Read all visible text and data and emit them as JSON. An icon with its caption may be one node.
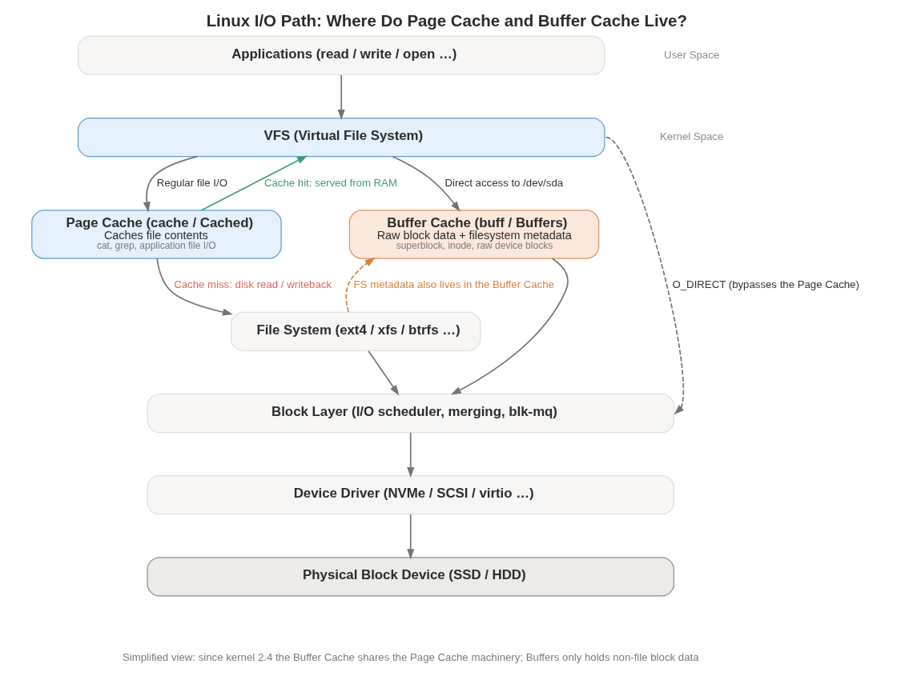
{
  "diagram": {
    "title": "Linux I/O Path: Where Do Page Cache and Buffer Cache Live?",
    "caption": "Simplified view: since kernel 2.4 the Buffer Cache shares the Page Cache machinery; Buffers only holds non-file block data",
    "nodes": [
      {
        "text": [
          "Applications (read / write / open …)"
        ]
      },
      {
        "text": [
          "VFS (Virtual File System)"
        ]
      },
      {
        "text": [
          "Page Cache (cache / Cached)",
          "Caches file contents",
          "cat, grep, application file I/O"
        ]
      },
      {
        "text": [
          "Buffer Cache (buff / Buffers)",
          "Raw block data + filesystem metadata",
          "superblock, inode, raw device blocks"
        ]
      },
      {
        "text": [
          "File System (ext4 / xfs / btrfs …)"
        ]
      },
      {
        "text": [
          "Block Layer (I/O scheduler, merging, blk-mq)"
        ]
      },
      {
        "text": [
          "Device Driver (NVMe / SCSI / virtio …)"
        ]
      },
      {
        "text": [
          "Physical Block Device (SSD / HDD)"
        ]
      }
    ],
    "edges": [
      {
        "from": 0,
        "to": 1,
        "arrow": "to"
      },
      {
        "from": 1,
        "to": 5,
        "arrow": "to",
        "label": "O_DIRECT (bypasses the Page Cache)",
        "style": "dashed"
      },
      {
        "from": 2,
        "to": 1,
        "arrow": "to",
        "label": "Cache hit: served from RAM",
        "color": "#3e9e6e"
      },
      {
        "from": 1,
        "to": 2,
        "arrow": "to",
        "label": "Regular file I/O"
      },
      {
        "from": 1,
        "to": 3,
        "arrow": "to",
        "label": "Direct access to /dev/sda"
      },
      {
        "from": 2,
        "to": 4,
        "arrow": "to",
        "label": "Cache miss: disk read / writeback"
      },
      {
        "from": 4,
        "to": 3,
        "arrow": "to",
        "label": "FS metadata also lives in the Buffer Cache",
        "style": "dashed",
        "color": "#d9823f"
      },
      {
        "from": 3,
        "to": 5,
        "arrow": "to"
      },
      {
        "from": 4,
        "to": 5,
        "arrow": "to"
      },
      {
        "from": 5,
        "to": 6,
        "arrow": "to"
      },
      {
        "from": 6,
        "to": 7,
        "arrow": "to"
      }
    ],
    "labels": [
      "User Space",
      "Kernel Space"
    ]
  }
}
